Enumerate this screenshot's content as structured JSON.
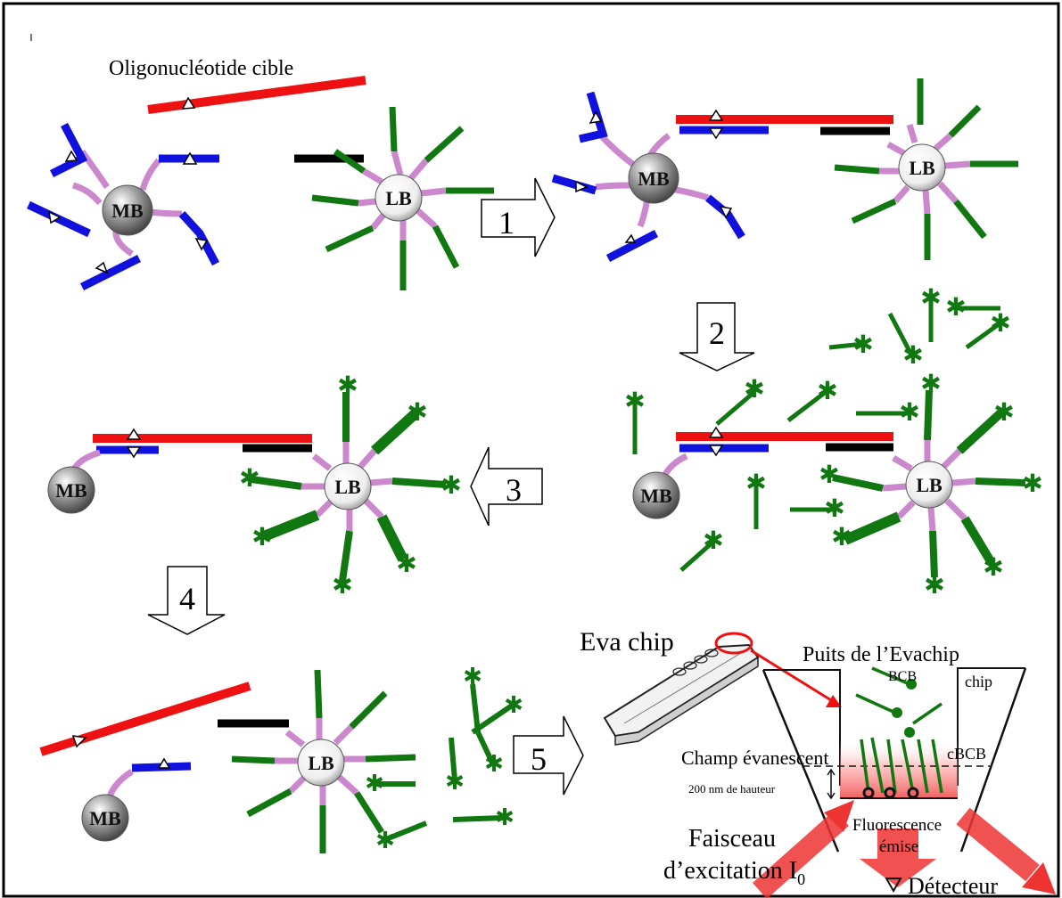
{
  "labels": {
    "target": "Oligonucléotide cible",
    "mb": "MB",
    "lb": "LB",
    "eva_chip": "Eva chip",
    "puits": "Puits de l’Evachip",
    "bcb": "BCB",
    "chip": "chip",
    "champ": "Champ évanescent",
    "cbcb": "cBCB",
    "hauteur": "200 nm de hauteur",
    "fluo1": "Fluorescence",
    "fluo2": "émise",
    "faisceau1": "Faisceau",
    "faisceau2": "d’excitation I",
    "faisceau_sub": "0",
    "detecteur": "Détecteur"
  },
  "steps": [
    "1",
    "2",
    "3",
    "4",
    "5"
  ],
  "colors": {
    "target": "#ee1111",
    "capture": "#1111dd",
    "detection": "#117711",
    "linker": "#cc88cc",
    "black_segment": "#000000",
    "beam": "#ee3333"
  }
}
